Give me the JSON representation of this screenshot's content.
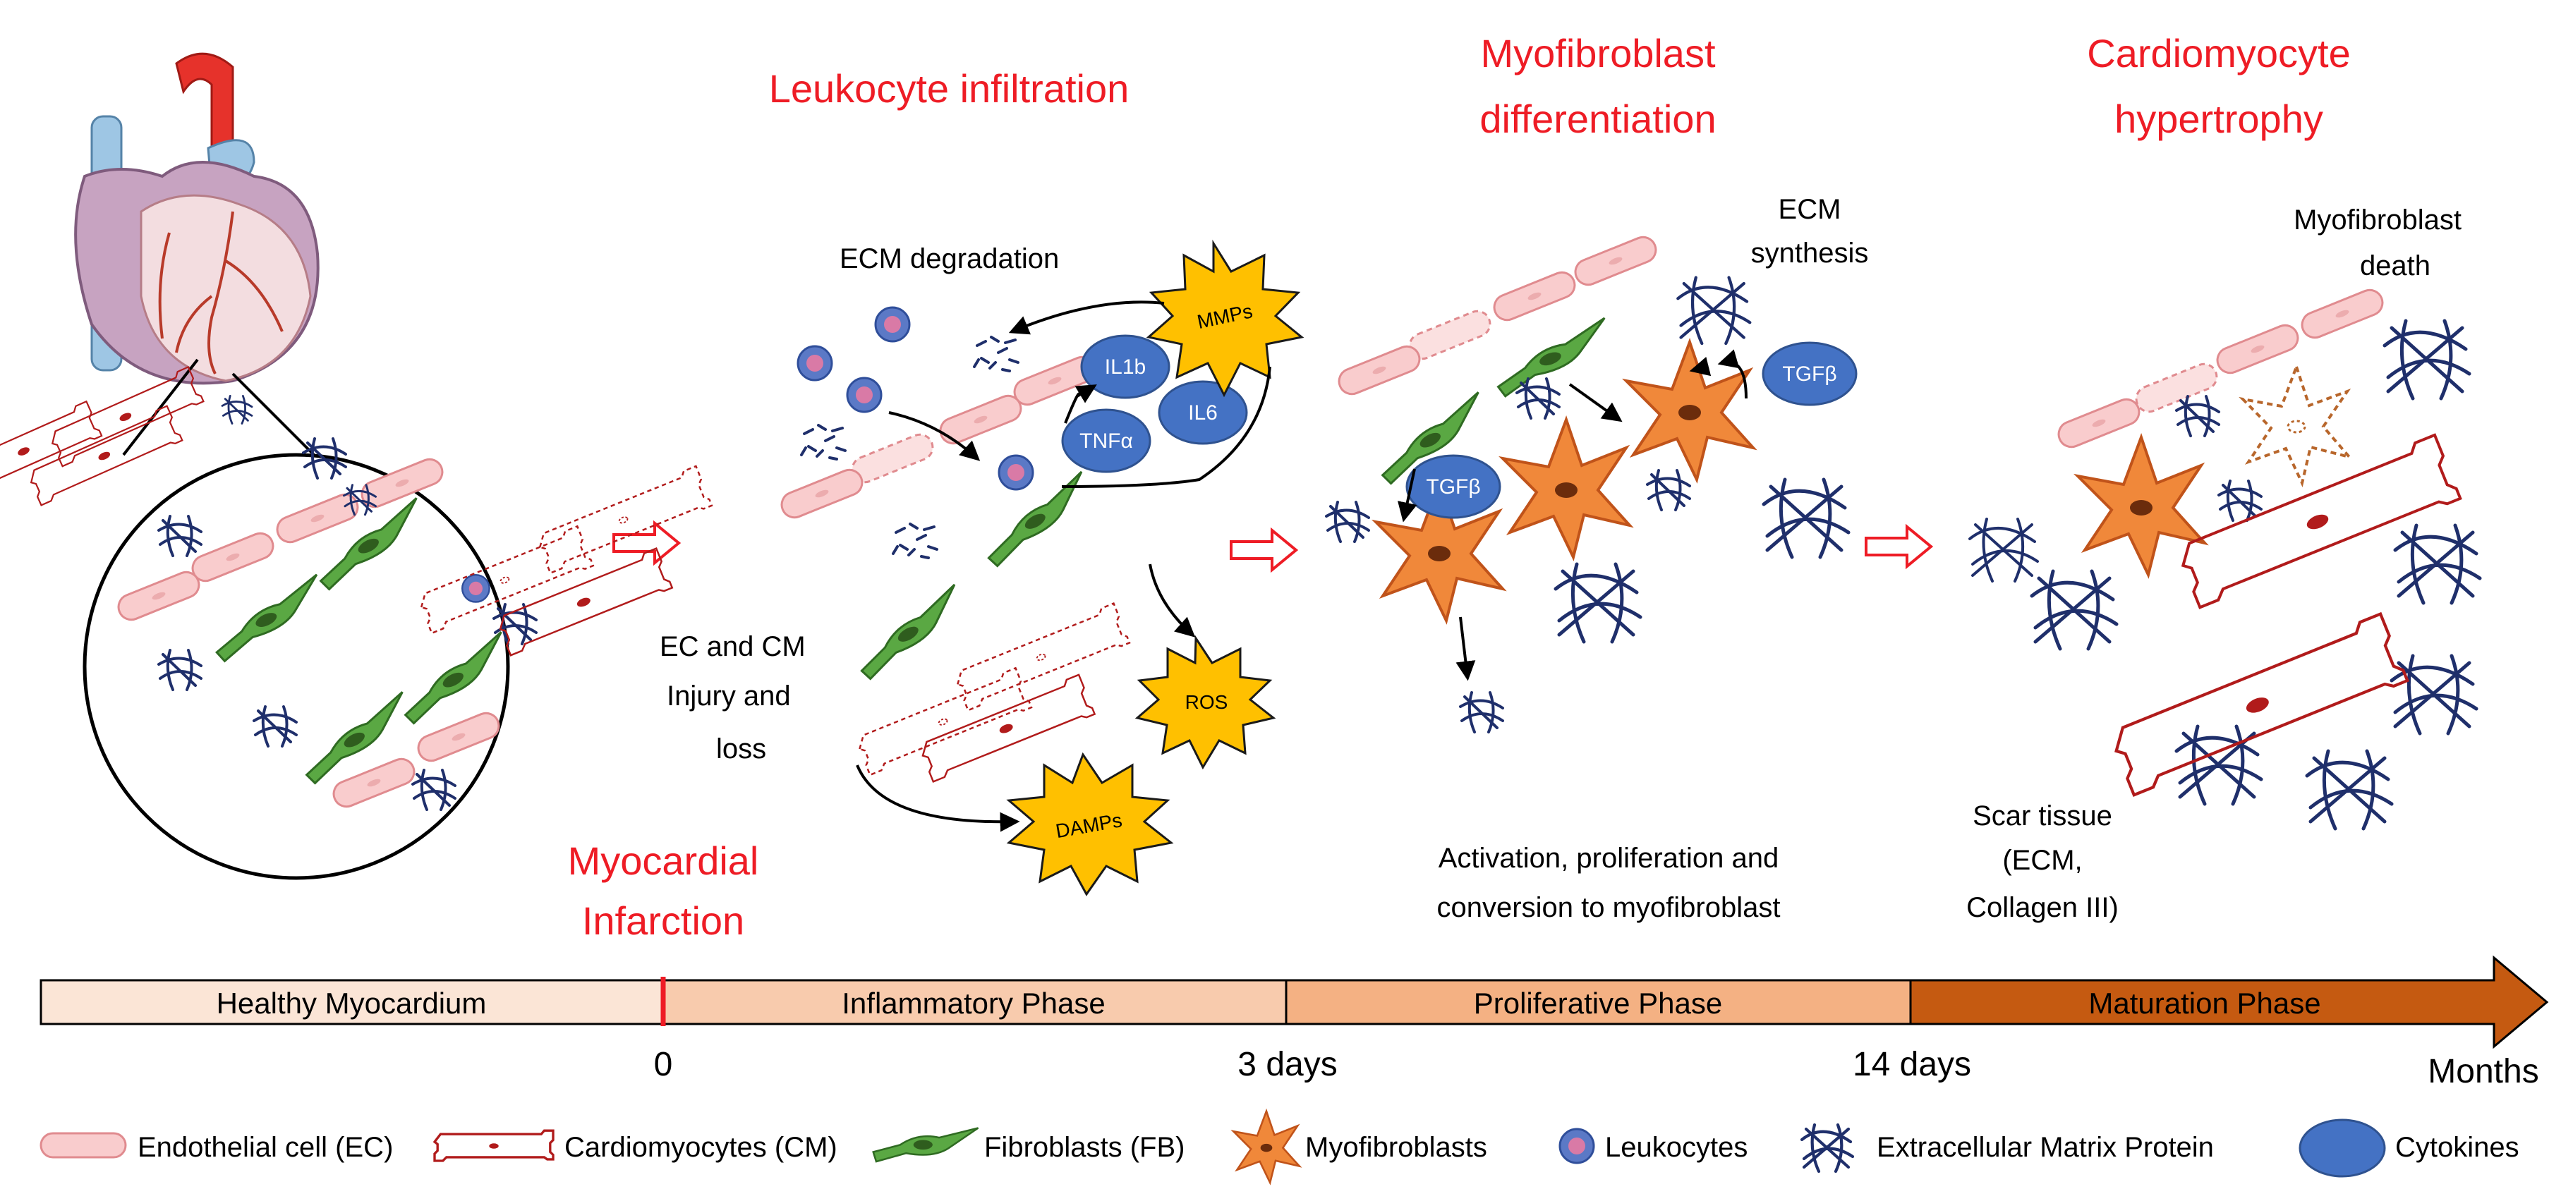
{
  "colors": {
    "red_title": "#ee1c25",
    "ec_fill": "#f9cccd",
    "ec_stroke": "#e08b8f",
    "cm_stroke": "#b11b1b",
    "fb_fill": "#5aa843",
    "myofb_fill": "#f0883a",
    "leuko_fill": "#5b79c6",
    "cytokine_fill": "#4472c4",
    "ecm_stroke": "#1f2f6b",
    "star_fill": "#ffc000",
    "phase_healthy": "#fbe5d6",
    "phase_inflammatory": "#f8cbad",
    "phase_proliferative": "#f4b183",
    "phase_maturation": "#c55a11"
  },
  "titles": {
    "mi_line1": "Myocardial",
    "mi_line2": "Infarction",
    "leukocyte": "Leukocyte infiltration",
    "myofb_line1": "Myofibroblast",
    "myofb_line2": "differentiation",
    "cm_line1": "Cardiomyocyte",
    "cm_line2": "hypertrophy"
  },
  "labels": {
    "ecm_degradation": "ECM degradation",
    "ec_cm_line1": "EC and CM",
    "ec_cm_line2": "Injury and",
    "ec_cm_line3": "loss",
    "ecm_synth_line1": "ECM",
    "ecm_synth_line2": "synthesis",
    "activation_line1": "Activation, proliferation and",
    "activation_line2": "conversion to myofibroblast",
    "myofb_death_line1": "Myofibroblast",
    "myofb_death_line2": "death",
    "scar_line1": "Scar tissue",
    "scar_line2": "(ECM,",
    "scar_line3": "Collagen III)"
  },
  "bursts": {
    "mmps": "MMPs",
    "ros": "ROS",
    "damps": "DAMPs"
  },
  "cytokines": {
    "il1b": "IL1b",
    "il6": "IL6",
    "tnfa": "TNFα",
    "tgfb_1": "TGFβ",
    "tgfb_2": "TGFβ"
  },
  "timeline": {
    "phases": [
      "Healthy Myocardium",
      "Inflammatory Phase",
      "Proliferative Phase",
      "Maturation Phase"
    ],
    "ticks": [
      "0",
      "3 days",
      "14 days",
      "Months"
    ]
  },
  "legend": [
    {
      "icon": "endothelial-cell-icon",
      "label": "Endothelial cell (EC)"
    },
    {
      "icon": "cardiomyocyte-icon",
      "label": "Cardiomyocytes (CM)"
    },
    {
      "icon": "fibroblast-icon",
      "label": "Fibroblasts (FB)"
    },
    {
      "icon": "myofibroblast-icon",
      "label": "Myofibroblasts"
    },
    {
      "icon": "leukocyte-icon",
      "label": "Leukocytes"
    },
    {
      "icon": "ecm-protein-icon",
      "label": "Extracellular Matrix Protein"
    },
    {
      "icon": "cytokine-icon",
      "label": "Cytokines"
    }
  ]
}
